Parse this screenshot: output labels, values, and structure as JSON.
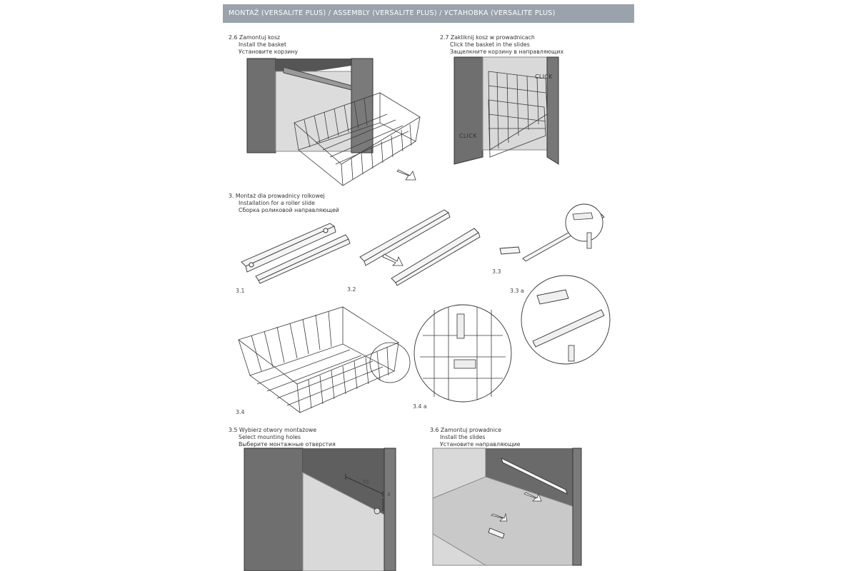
{
  "header": {
    "title": "MONTAŻ (VERSALITE PLUS) / ASSEMBLY (VERSALITE PLUS) / УСТАНОВКА (VERSALITE PLUS)"
  },
  "steps": {
    "s26": {
      "pl": "2.6 Zamontuj kosz",
      "en": "Install the basket",
      "ru": "Установите корзину"
    },
    "s27": {
      "pl": "2.7 Zakliknij kosz w prowadnicach",
      "en": "Click the basket in the slides",
      "ru": "Защелкните корзину в направляющих"
    },
    "s3": {
      "pl": "3. Montaż dla prowadnicy rolkowej",
      "en": "Installation for a roller slide",
      "ru": "Сборка роликовой направляющей"
    },
    "s35": {
      "pl": "3.5 Wybierz otwory montażowe",
      "en": "Select mounting holes",
      "ru": "Выберите монтажные отверстия"
    },
    "s36": {
      "pl": "3.6 Zamontuj prowadnice",
      "en": "Install the slides",
      "ru": "Установите направляющие"
    }
  },
  "figure_labels": {
    "f31": "3.1",
    "f32": "3.2",
    "f33": "3.3",
    "f33a": "3.3 a",
    "f34": "3.4",
    "f34a": "3.4 a"
  },
  "click_labels": {
    "top_right": "CLICK",
    "left": "CLICK"
  },
  "dimension_labels": {
    "x1": "X1",
    "x": "X"
  },
  "colors": {
    "header_bg": "#9aa3ab",
    "cabinet_dark": "#6f6f6f",
    "cabinet_light": "#d9d9d9",
    "wire": "#3a3a3a"
  }
}
